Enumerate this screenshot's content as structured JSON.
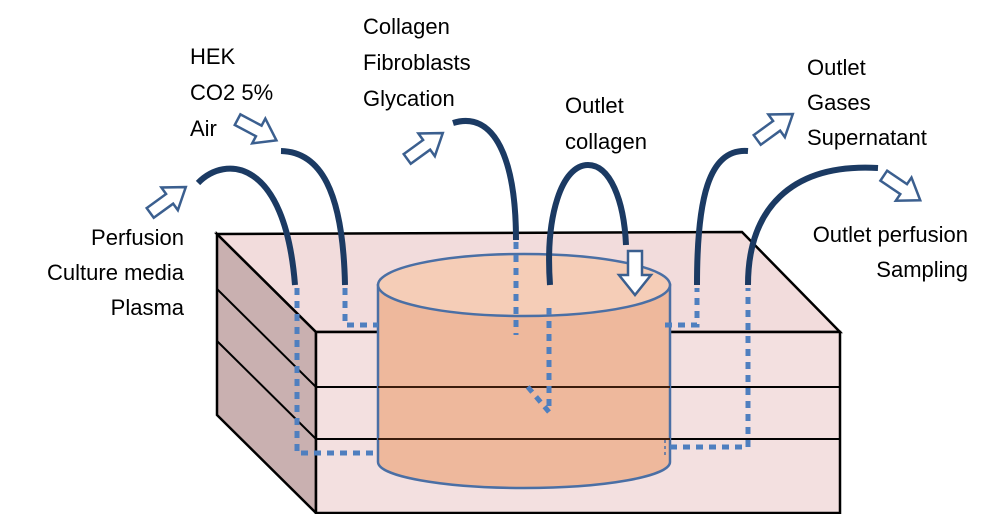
{
  "labels": {
    "inlet_gas": [
      "HEK",
      "CO2 5%",
      "Air"
    ],
    "inlet_collagen": [
      "Collagen",
      "Fibroblasts",
      "Glycation"
    ],
    "outlet_collagen": [
      "Outlet",
      "collagen"
    ],
    "outlet_gas": [
      "Outlet",
      "Gases",
      "Supernatant"
    ],
    "inlet_perfusion": [
      "Perfusion",
      "Culture media",
      "Plasma"
    ],
    "outlet_perfusion": [
      "Outlet perfusion",
      "Sampling"
    ]
  },
  "colors": {
    "tube": "#1b3a63",
    "dotted_channel": "#4f7fbf",
    "arrow_stroke": "#3b5f8f",
    "block_top": "#f2dcdc",
    "block_front": "#f3e0e0",
    "block_side": "#c9b0b0",
    "cylinder_top": "#f5cdb7",
    "cylinder_body": "#eeb89c",
    "cylinder_outline": "#4a6fa5"
  },
  "icons": [
    "inlet-arrow-icon",
    "outlet-arrow-icon"
  ]
}
